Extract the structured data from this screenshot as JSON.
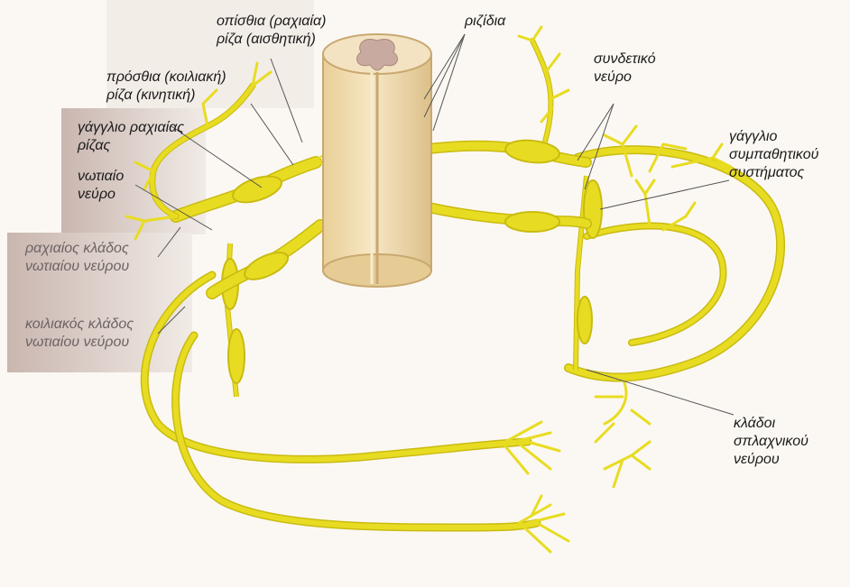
{
  "labels": {
    "posterior_root": {
      "line1": "οπίσθια (ραχιαία)",
      "line2": "ρίζα (αισθητική)"
    },
    "rootlets": {
      "line1": "ριζίδια"
    },
    "anterior_root": {
      "line1": "πρόσθια (κοιλιακή)",
      "line2": "ρίζα (κινητική)"
    },
    "dorsal_ganglion": {
      "line1": "γάγγλιο ραχιαίας",
      "line2": "ρίζας"
    },
    "spinal_nerve": {
      "line1": "νωτιαίο",
      "line2": "νεύρο"
    },
    "dorsal_branch": {
      "line1": "ραχιαίος κλάδος",
      "line2": "νωτιαίου νεύρου"
    },
    "ventral_branch": {
      "line1": "κοιλιακός κλάδος",
      "line2": "νωτιαίου νεύρου"
    },
    "connecting_nerve": {
      "line1": "συνδετικό",
      "line2": "νεύρο"
    },
    "sympathetic_ganglion": {
      "line1": "γάγγλιο",
      "line2": "συμπαθητικού",
      "line3": "συστήματος"
    },
    "splanchnic_branches": {
      "line1": "κλάδοι",
      "line2": "σπλαχνικού",
      "line3": "νεύρου"
    }
  },
  "colors": {
    "nerve": "#e8dc22",
    "nerve_dark": "#c9bb10",
    "cord": "#f2ddb0",
    "cord_shade": "#d9bf86",
    "grey_matter": "#c9aaa0",
    "panel": "#cdbfb8"
  }
}
